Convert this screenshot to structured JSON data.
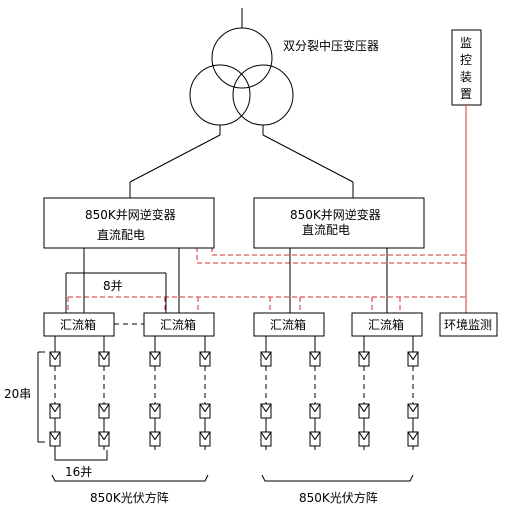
{
  "transformer": {
    "label": "双分裂中压变压器"
  },
  "monitor": {
    "label_chars": [
      "监",
      "控",
      "装",
      "置"
    ]
  },
  "inverters": [
    {
      "line1": "850K并网逆变器",
      "line2": "直流配电"
    },
    {
      "line1": "850K并网逆变器",
      "line2": "直流配电"
    }
  ],
  "combiners": [
    "汇流箱",
    "汇流箱",
    "汇流箱",
    "汇流箱"
  ],
  "env_monitor": {
    "label": "环境监测"
  },
  "annotations": {
    "parallel_8": "8并",
    "series_20": "20串",
    "parallel_16": "16并"
  },
  "arrays": [
    {
      "label": "850K光伏方阵"
    },
    {
      "label": "850K光伏方阵"
    }
  ]
}
